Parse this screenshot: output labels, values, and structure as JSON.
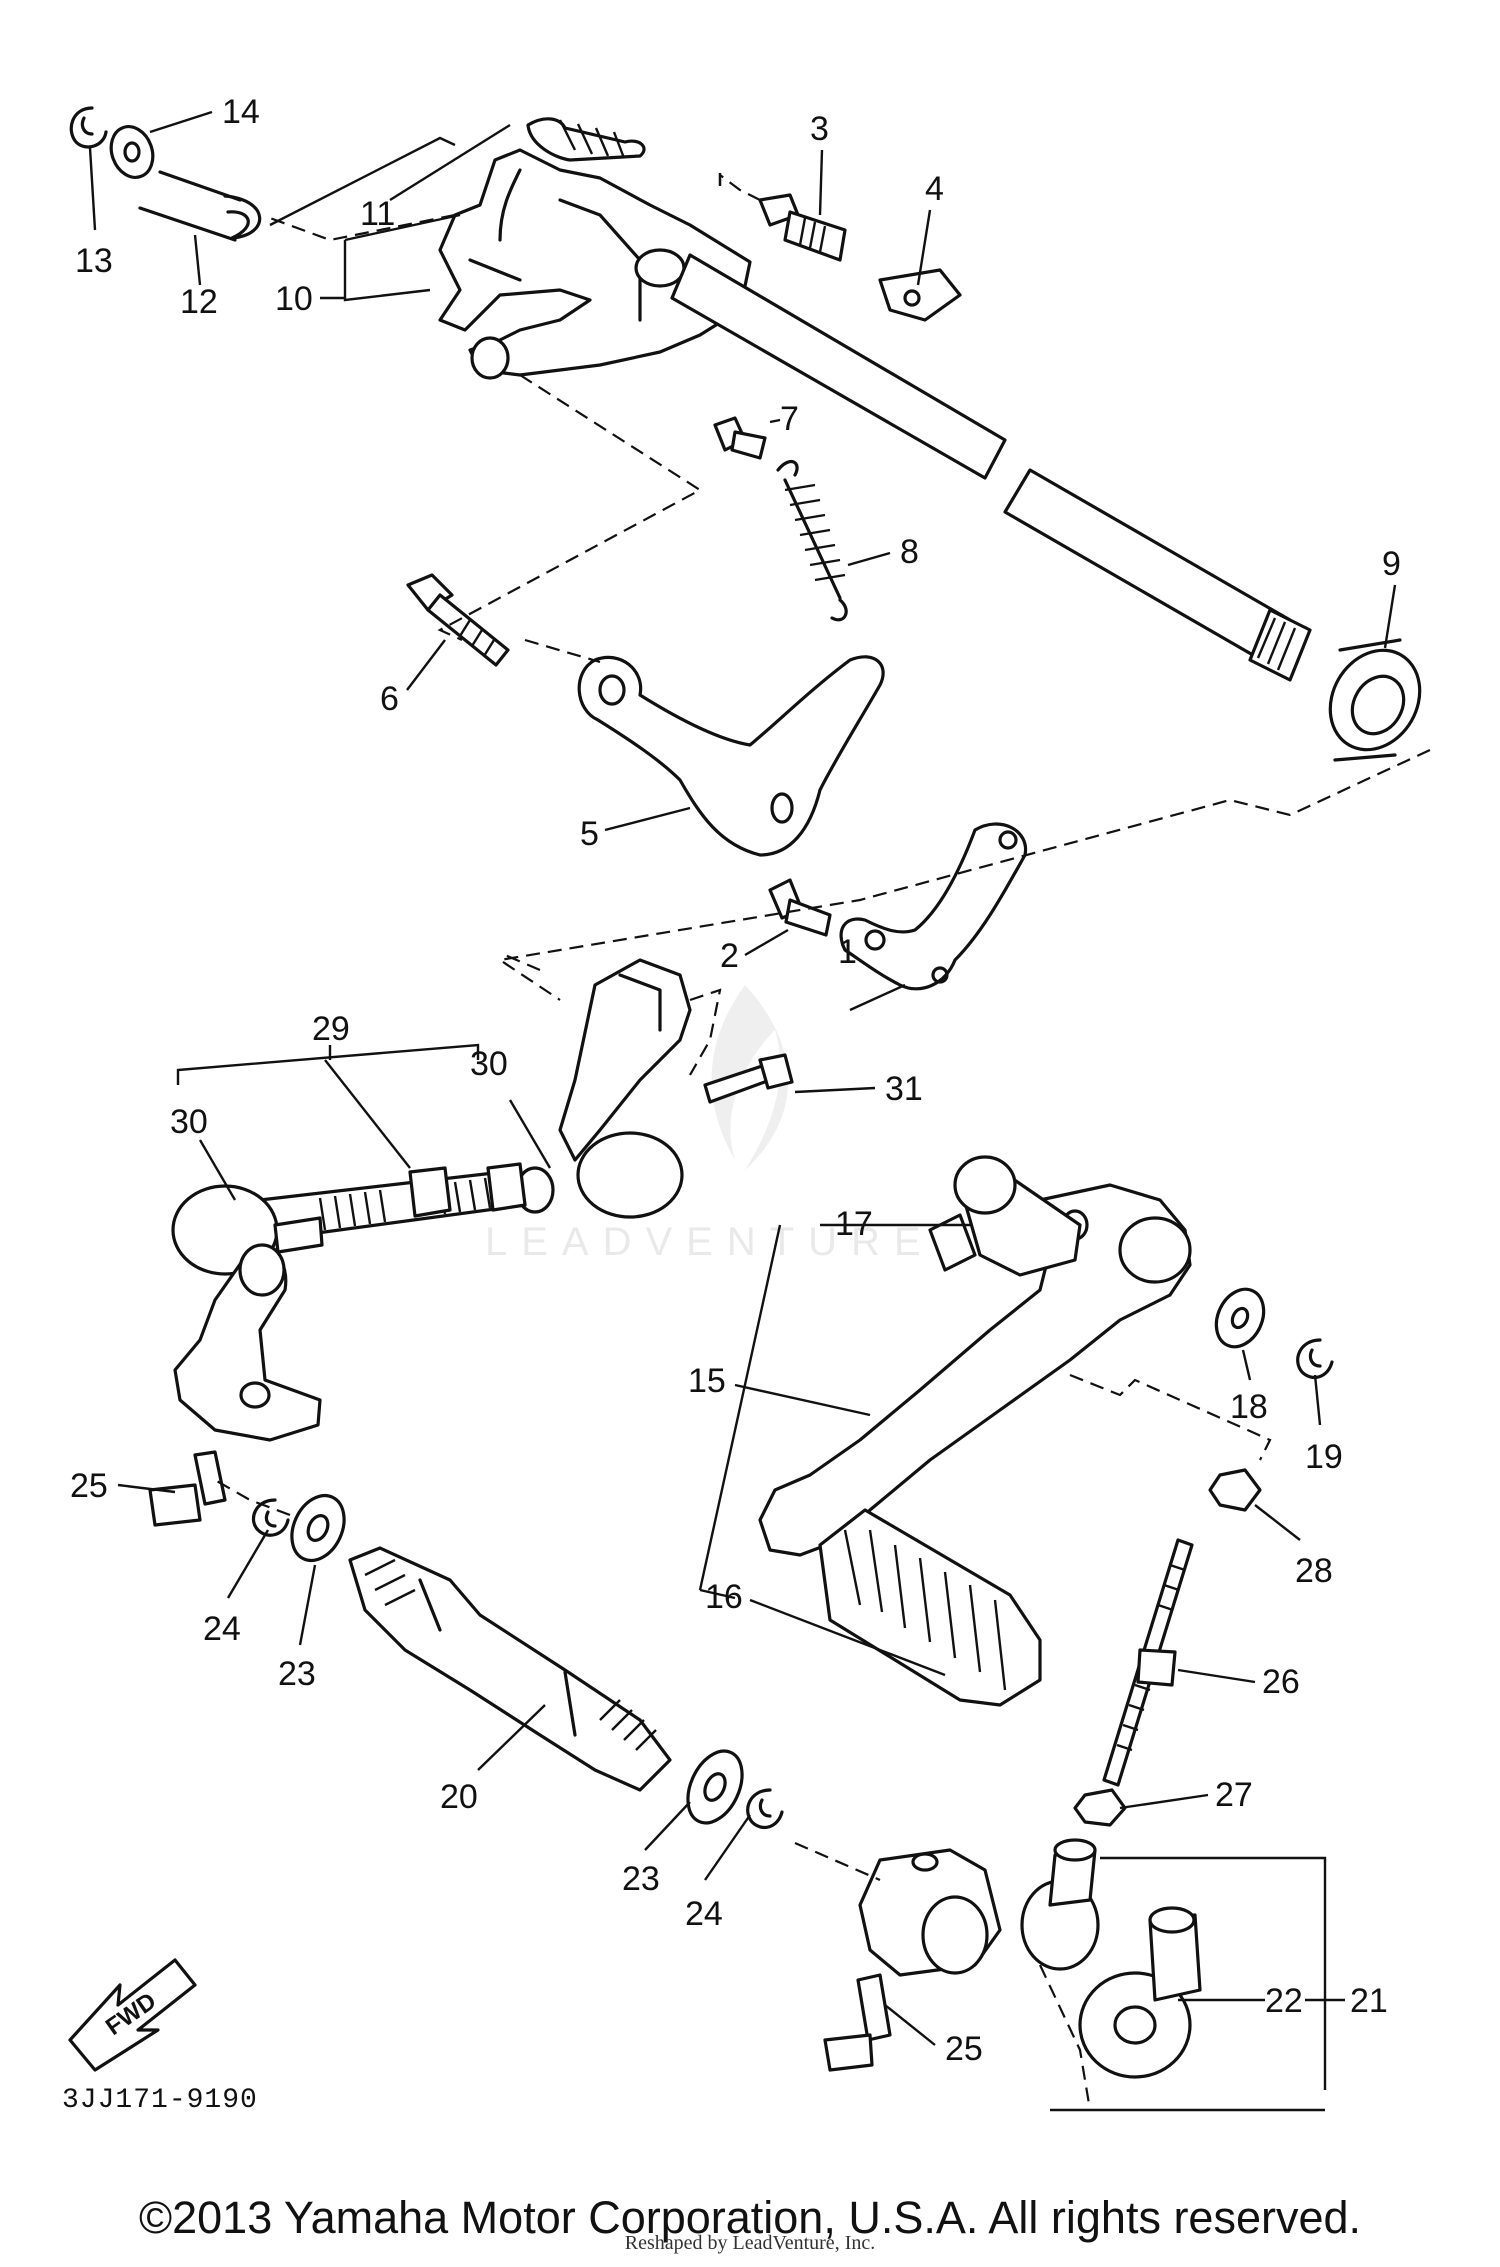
{
  "diagram": {
    "code": "3JJ171-9190",
    "fwd_label": "FWD",
    "watermark": "LEADVENTURE",
    "copyright": "©2013 Yamaha Motor Corporation, U.S.A. All rights reserved.",
    "reshaped_note": "Reshaped by LeadVenture, Inc.",
    "callouts": [
      "1",
      "2",
      "3",
      "4",
      "5",
      "6",
      "7",
      "8",
      "9",
      "10",
      "11",
      "12",
      "13",
      "14",
      "15",
      "16",
      "17",
      "18",
      "19",
      "20",
      "21",
      "22",
      "23",
      "23",
      "24",
      "24",
      "25",
      "25",
      "26",
      "27",
      "28",
      "29",
      "30",
      "30",
      "31"
    ]
  }
}
